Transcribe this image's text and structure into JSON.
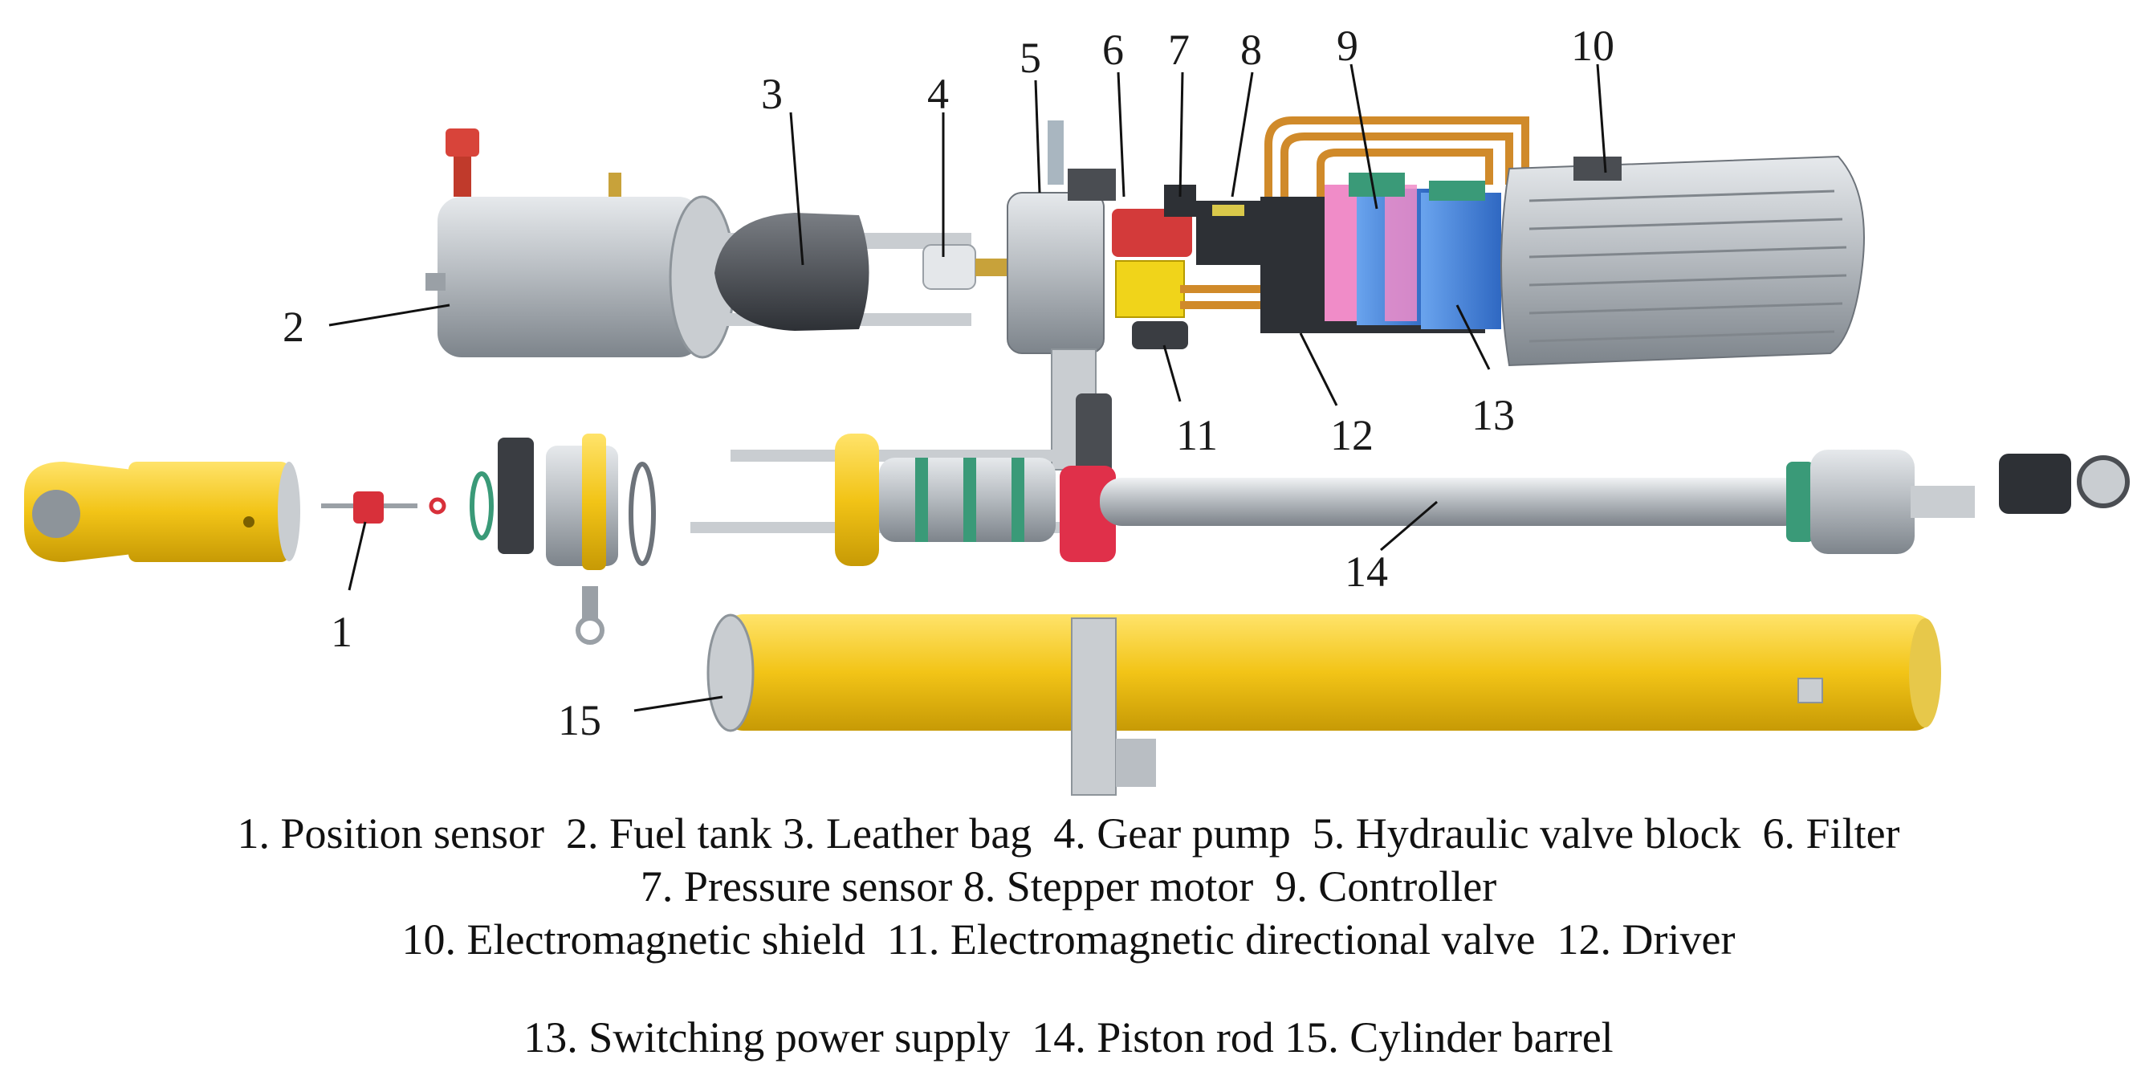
{
  "callouts": [
    "1",
    "2",
    "3",
    "4",
    "5",
    "6",
    "7",
    "8",
    "9",
    "10",
    "11",
    "12",
    "13",
    "14",
    "15"
  ],
  "legend": [
    "1. Position sensor  2. Fuel tank 3. Leather bag  4. Gear pump  5. Hydraulic valve block  6. Filter",
    "7. Pressure sensor 8. Stepper motor  9. Controller",
    "10. Electromagnetic shield  11. Electromagnetic directional valve  12. Driver",
    "13. Switching power supply  14. Piston rod 15. Cylinder barrel"
  ],
  "colors": {
    "yellow": "#f2c417",
    "steel": "#b8bcc0",
    "dark_bag": "#4a4d52",
    "blue_module": "#3f7fd8",
    "pink": "#f08cc8",
    "red_seal": "#e0304a",
    "copper": "#d08a2a",
    "green": "#3a9a78"
  }
}
